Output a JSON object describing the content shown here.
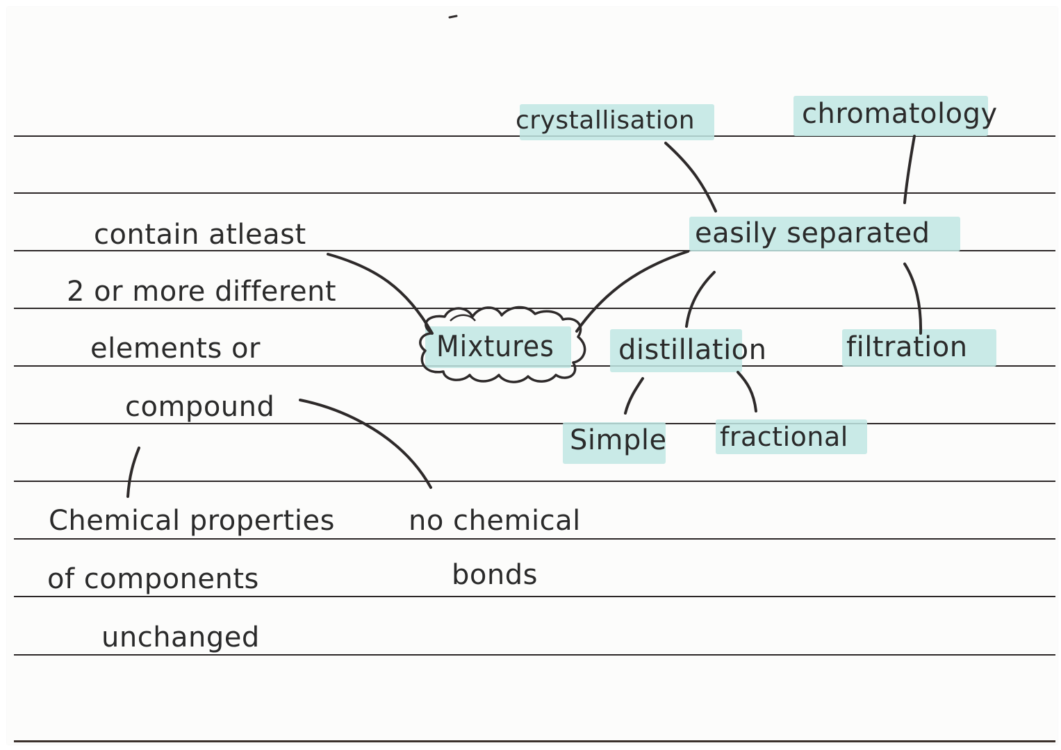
{
  "page": {
    "background_color": "#fcfcfb",
    "rule_color": "#2b2626",
    "ink_color": "#2a2a2a",
    "highlight_color": "#bfe6e3"
  },
  "mindmap": {
    "central": {
      "label": "Mixtures",
      "shape": "cloud",
      "highlighted": true
    },
    "properties": {
      "contain": {
        "lines": [
          "contain atleast",
          "2 or more different",
          "elements or",
          "compound"
        ]
      },
      "chemical_properties": {
        "lines": [
          "Chemical properties",
          "of components",
          "unchanged"
        ]
      },
      "no_bonds": {
        "lines": [
          "no chemical",
          "bonds"
        ]
      },
      "easily_separated": {
        "label": "easily separated",
        "highlighted": true
      }
    },
    "separation_methods": [
      {
        "label": "crystallisation",
        "highlighted": true
      },
      {
        "label": "chromatology",
        "highlighted": true
      },
      {
        "label": "distillation",
        "highlighted": true
      },
      {
        "label": "filtration",
        "highlighted": true
      }
    ],
    "distillation_types": [
      {
        "label": "Simple",
        "highlighted": true
      },
      {
        "label": "fractional",
        "highlighted": true
      }
    ]
  }
}
